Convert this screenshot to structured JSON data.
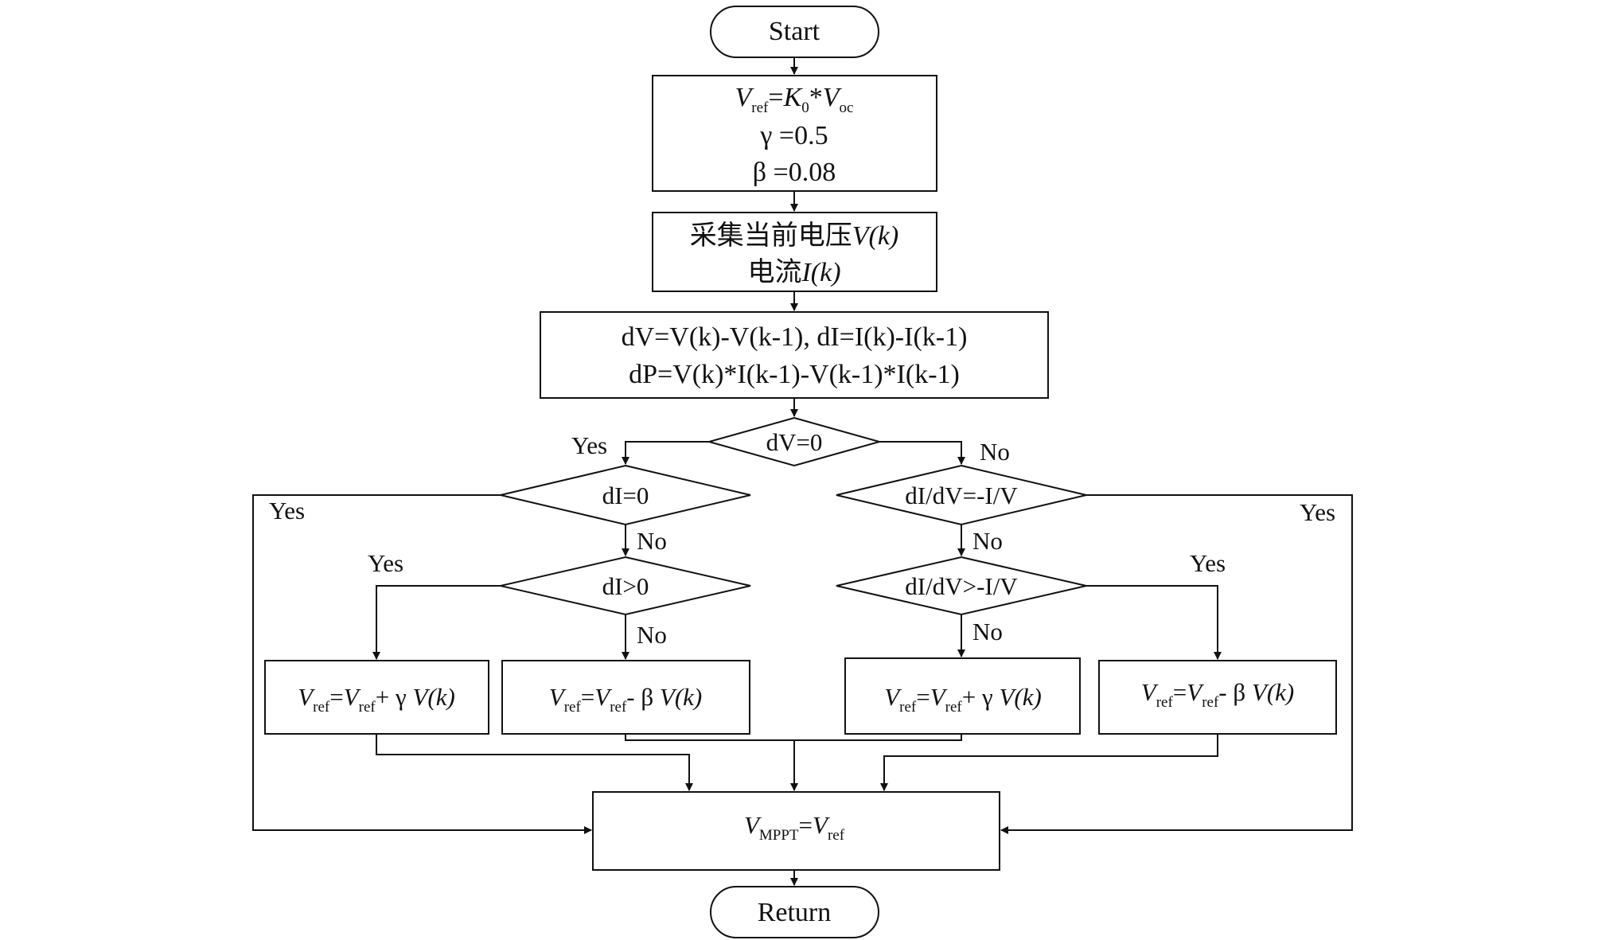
{
  "flowchart": {
    "start": "Start",
    "init": {
      "line1": [
        "V",
        "ref",
        "=",
        "K",
        "0",
        "*",
        "V",
        "oc"
      ],
      "line2": "γ =0.5",
      "line3": "β =0.08"
    },
    "sample": {
      "line1_cn": "采集当前电压",
      "line1_var": "V(k)",
      "line2_cn": "电流",
      "line2_var": "I(k)"
    },
    "compute": {
      "line1": "dV=V(k)-V(k-1), dI=I(k)-I(k-1)",
      "line2": "dP=V(k)*I(k-1)-V(k-1)*I(k-1)"
    },
    "decisions": {
      "dv_zero": "dV=0",
      "di_zero": "dI=0",
      "di_pos": "dI>0",
      "didv_eq": "dI/dV=-I/V",
      "didv_gt": "dI/dV>-I/V"
    },
    "branch_labels": {
      "yes": "Yes",
      "no": "No"
    },
    "updates": {
      "a": {
        "V": "V",
        "sub": "ref",
        "eq": "=",
        "op": "+ γ ",
        "tail": "V(k)"
      },
      "b": {
        "V": "V",
        "sub": "ref",
        "eq": "=",
        "op": "- β ",
        "tail": "V(k)"
      },
      "c": {
        "V": "V",
        "sub": "ref",
        "eq": "=",
        "op": "+ γ ",
        "tail": "V(k)"
      },
      "d": {
        "V": "V",
        "sub": "ref",
        "eq": "=",
        "op": "- β ",
        "tail": "V(k)"
      }
    },
    "output": {
      "lhs": "V",
      "lhs_sub": "MPPT",
      "eq": "=",
      "rhs": "V",
      "rhs_sub": "ref"
    },
    "end": "Return"
  }
}
